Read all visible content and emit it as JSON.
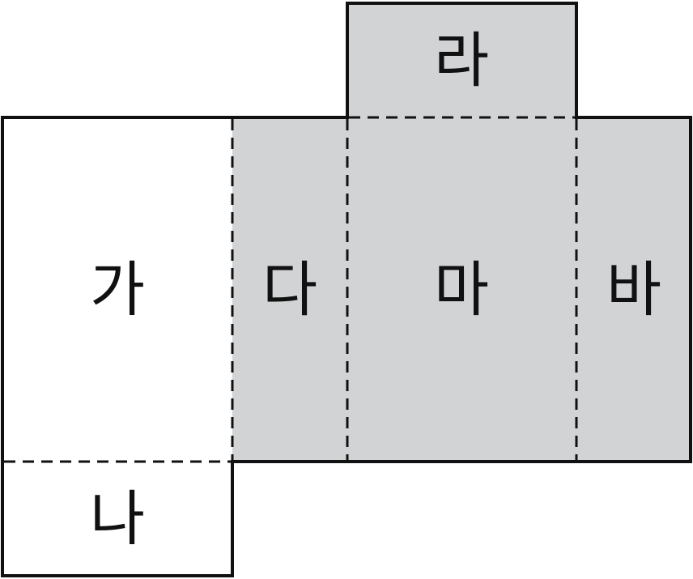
{
  "net": {
    "faces": [
      {
        "id": "ga",
        "label": "가",
        "shaded": false
      },
      {
        "id": "na",
        "label": "나",
        "shaded": false
      },
      {
        "id": "da",
        "label": "다",
        "shaded": true
      },
      {
        "id": "ra",
        "label": "라",
        "shaded": true
      },
      {
        "id": "ma",
        "label": "마",
        "shaded": true
      },
      {
        "id": "ba",
        "label": "바",
        "shaded": true
      }
    ]
  },
  "colors": {
    "shade": "#d2d3d5",
    "line": "#111111",
    "background": "#ffffff"
  }
}
